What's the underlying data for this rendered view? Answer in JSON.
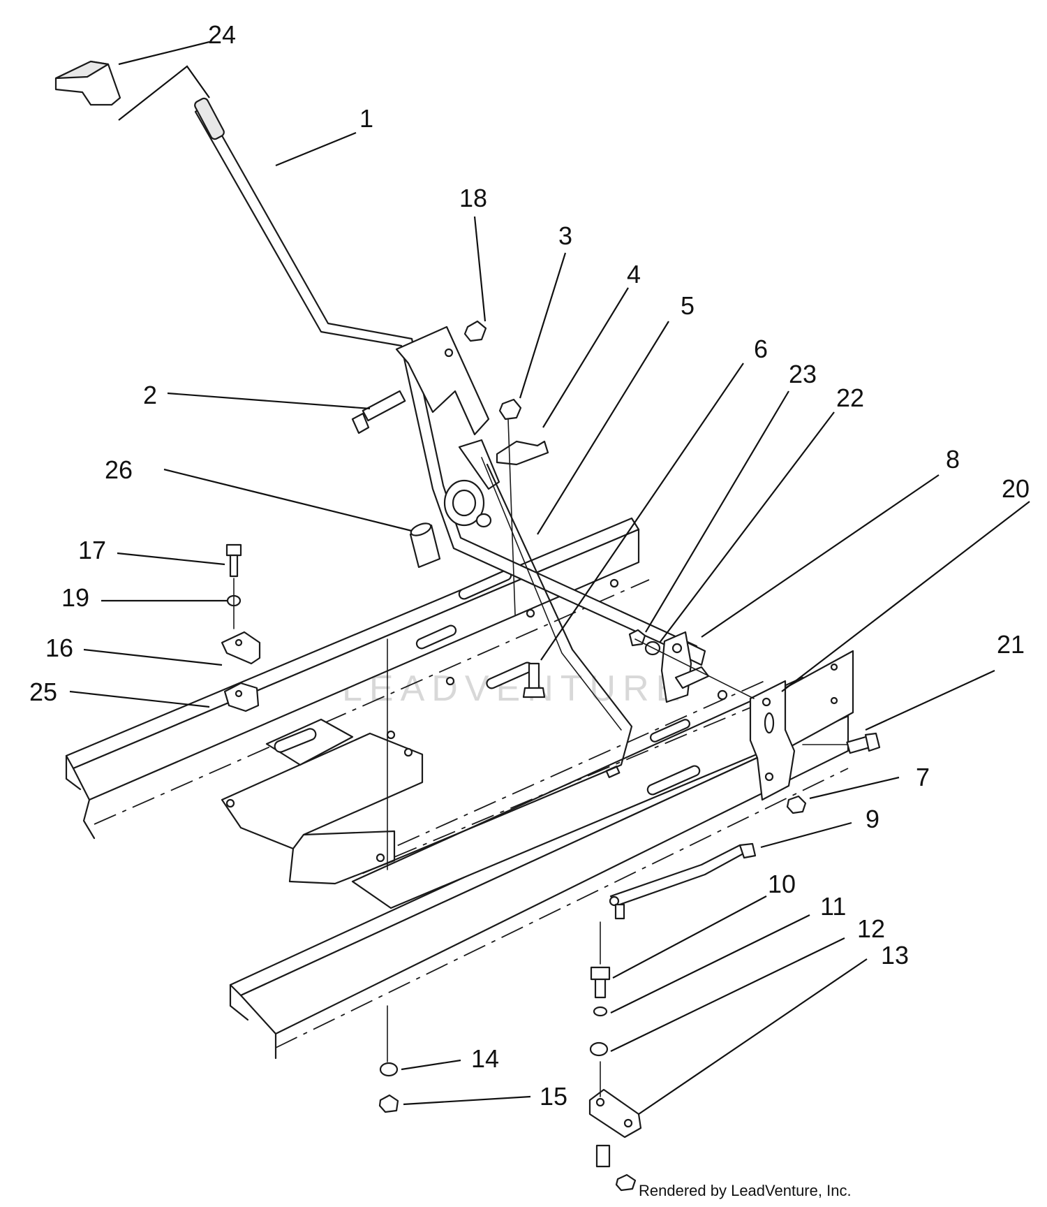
{
  "callouts": {
    "c1": "1",
    "c2": "2",
    "c3": "3",
    "c4": "4",
    "c5": "5",
    "c6": "6",
    "c7": "7",
    "c8": "8",
    "c9": "9",
    "c10": "10",
    "c11": "11",
    "c12": "12",
    "c13": "13",
    "c14": "14",
    "c15": "15",
    "c16": "16",
    "c17": "17",
    "c18": "18",
    "c19": "19",
    "c20": "20",
    "c21": "21",
    "c22": "22",
    "c23": "23",
    "c24": "24",
    "c25": "25",
    "c26": "26"
  },
  "watermark": "LEADVENTURE",
  "credit": "Rendered by LeadVenture, Inc."
}
